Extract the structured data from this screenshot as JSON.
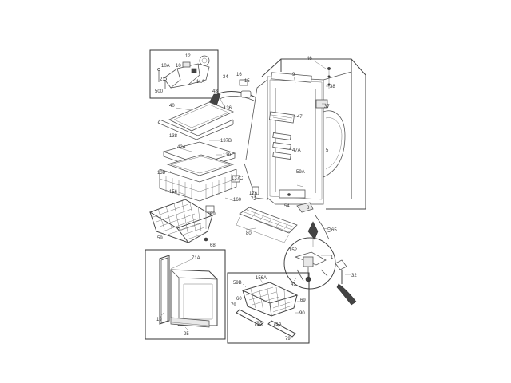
{
  "labels": [
    {
      "id": "n46",
      "text": "46"
    },
    {
      "id": "n38",
      "text": "38"
    },
    {
      "id": "n37",
      "text": "37"
    },
    {
      "id": "n9",
      "text": "9"
    },
    {
      "id": "n16",
      "text": "16"
    },
    {
      "id": "n15",
      "text": "15"
    },
    {
      "id": "n34",
      "text": "34"
    },
    {
      "id": "n48",
      "text": "48"
    },
    {
      "id": "n136a",
      "text": "136"
    },
    {
      "id": "n40",
      "text": "40"
    },
    {
      "id": "n138a",
      "text": "138"
    },
    {
      "id": "n137b",
      "text": "137B"
    },
    {
      "id": "n42a",
      "text": "42A"
    },
    {
      "id": "n139",
      "text": "139"
    },
    {
      "id": "n138b",
      "text": "138"
    },
    {
      "id": "n137c",
      "text": "137C"
    },
    {
      "id": "n156",
      "text": "156"
    },
    {
      "id": "n176",
      "text": "176"
    },
    {
      "id": "n72",
      "text": "72"
    },
    {
      "id": "n160",
      "text": "160"
    },
    {
      "id": "n69a",
      "text": "69"
    },
    {
      "id": "n59",
      "text": "59"
    },
    {
      "id": "n68",
      "text": "68"
    },
    {
      "id": "n47",
      "text": "47"
    },
    {
      "id": "n47a",
      "text": "47A"
    },
    {
      "id": "n5",
      "text": "5"
    },
    {
      "id": "n59a",
      "text": "59A"
    },
    {
      "id": "n54",
      "text": "54"
    },
    {
      "id": "n8",
      "text": "8"
    },
    {
      "id": "n65",
      "text": "65"
    },
    {
      "id": "n80",
      "text": "80"
    },
    {
      "id": "n152",
      "text": "152"
    },
    {
      "id": "n1",
      "text": "1"
    },
    {
      "id": "n32",
      "text": "32"
    },
    {
      "id": "n41",
      "text": "41"
    },
    {
      "id": "n10a",
      "text": "10A"
    },
    {
      "id": "n12",
      "text": "12"
    },
    {
      "id": "n10",
      "text": "10"
    },
    {
      "id": "n21",
      "text": "21"
    },
    {
      "id": "n11a",
      "text": "11A"
    },
    {
      "id": "n500",
      "text": "500"
    },
    {
      "id": "n71a1",
      "text": "71A"
    },
    {
      "id": "n19",
      "text": "19"
    },
    {
      "id": "n25",
      "text": "25"
    },
    {
      "id": "n59b",
      "text": "59B"
    },
    {
      "id": "n156a",
      "text": "156A"
    },
    {
      "id": "n60",
      "text": "60"
    },
    {
      "id": "n79a",
      "text": "79"
    },
    {
      "id": "n69b",
      "text": "69"
    },
    {
      "id": "n71a2",
      "text": "71A"
    },
    {
      "id": "n71a3",
      "text": "71A"
    },
    {
      "id": "n90",
      "text": "90"
    },
    {
      "id": "n79b",
      "text": "79"
    }
  ]
}
